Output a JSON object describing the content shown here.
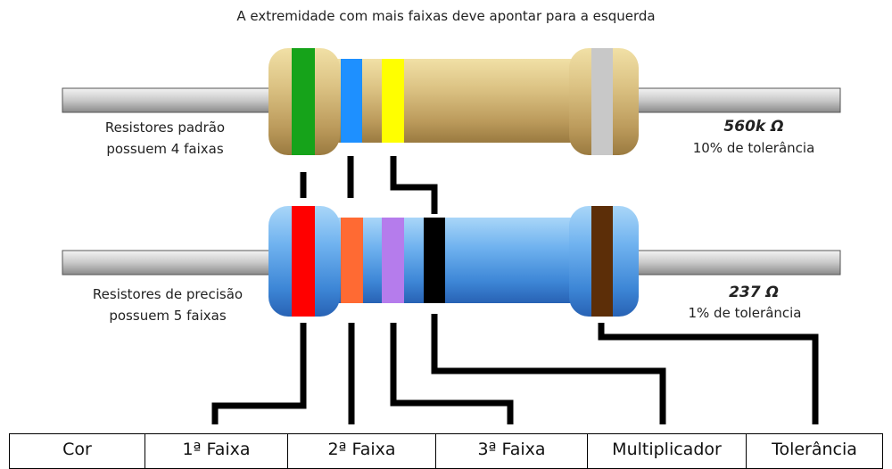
{
  "header_note": "A extremidade com mais faixas deve apontar para a esquerda",
  "standard": {
    "note_line1": "Resistores padrão",
    "note_line2": "possuem 4 faixas",
    "value": "560k Ω",
    "tolerance": "10% de tolerância",
    "band_colors": [
      "#16a31a",
      "#1e90ff",
      "#ffff00",
      "#c8c8c8"
    ]
  },
  "precision": {
    "note_line1": "Resistores de precisão",
    "note_line2": "possuem 5 faixas",
    "value": "237 Ω",
    "tolerance": "1% de tolerância",
    "band_colors": [
      "#ff0000",
      "#ff6a33",
      "#b57cec",
      "#000000",
      "#5c2e08"
    ]
  },
  "table": {
    "headers": [
      "Cor",
      "1ª Faixa",
      "2ª Faixa",
      "3ª Faixa",
      "Multiplicador",
      "Tolerância"
    ]
  }
}
